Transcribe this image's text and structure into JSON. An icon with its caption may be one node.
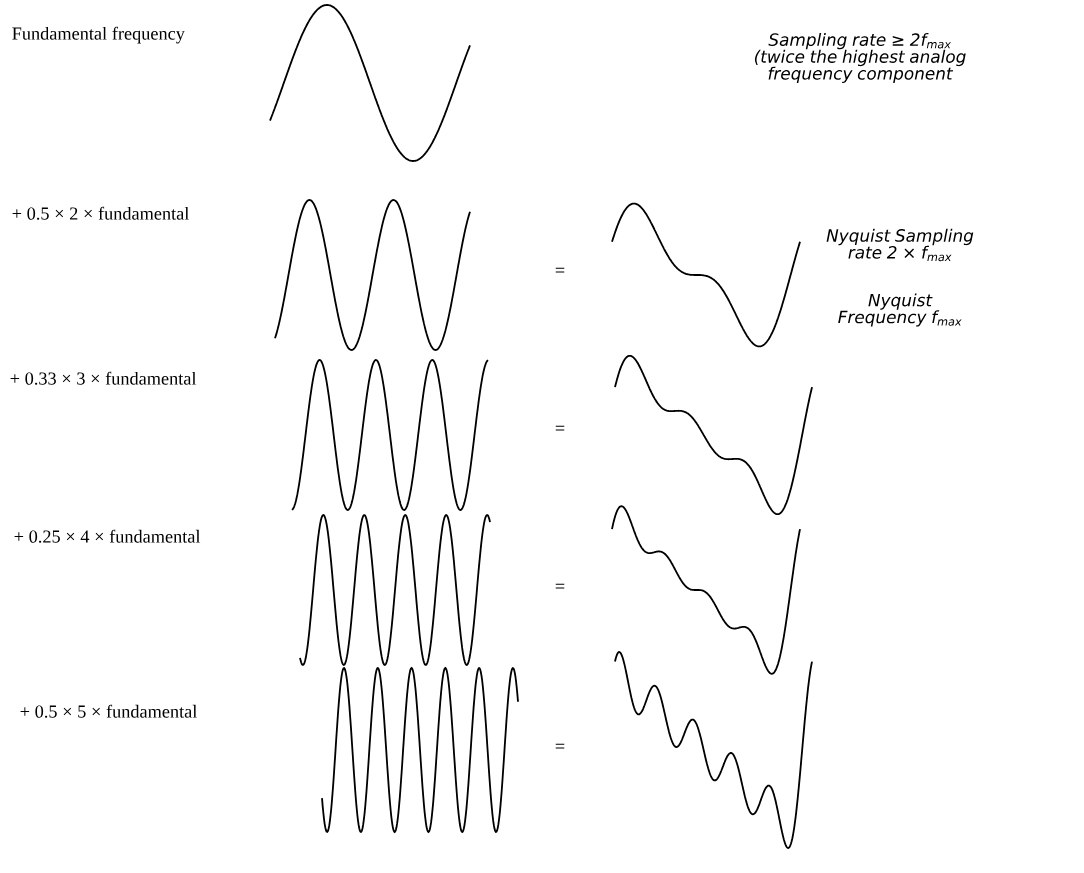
{
  "diagram": {
    "labels": [
      "Fundamental frequency",
      "Sampling rate ≥ 2f$_{max}$ (twice the highest analog frequency component",
      "+ 0.5 × 2 × fundamental",
      "=",
      "Nyquist Sampling rate 2 × f$_{max}$",
      "Nyquist Frequency f$_{max}$",
      "+ 0.33 × 3 × fundamental",
      "=",
      "+ 0.25 × 4 × fundamental",
      "=",
      "+ 0.5 × 5 × fundamental",
      "="
    ]
  }
}
